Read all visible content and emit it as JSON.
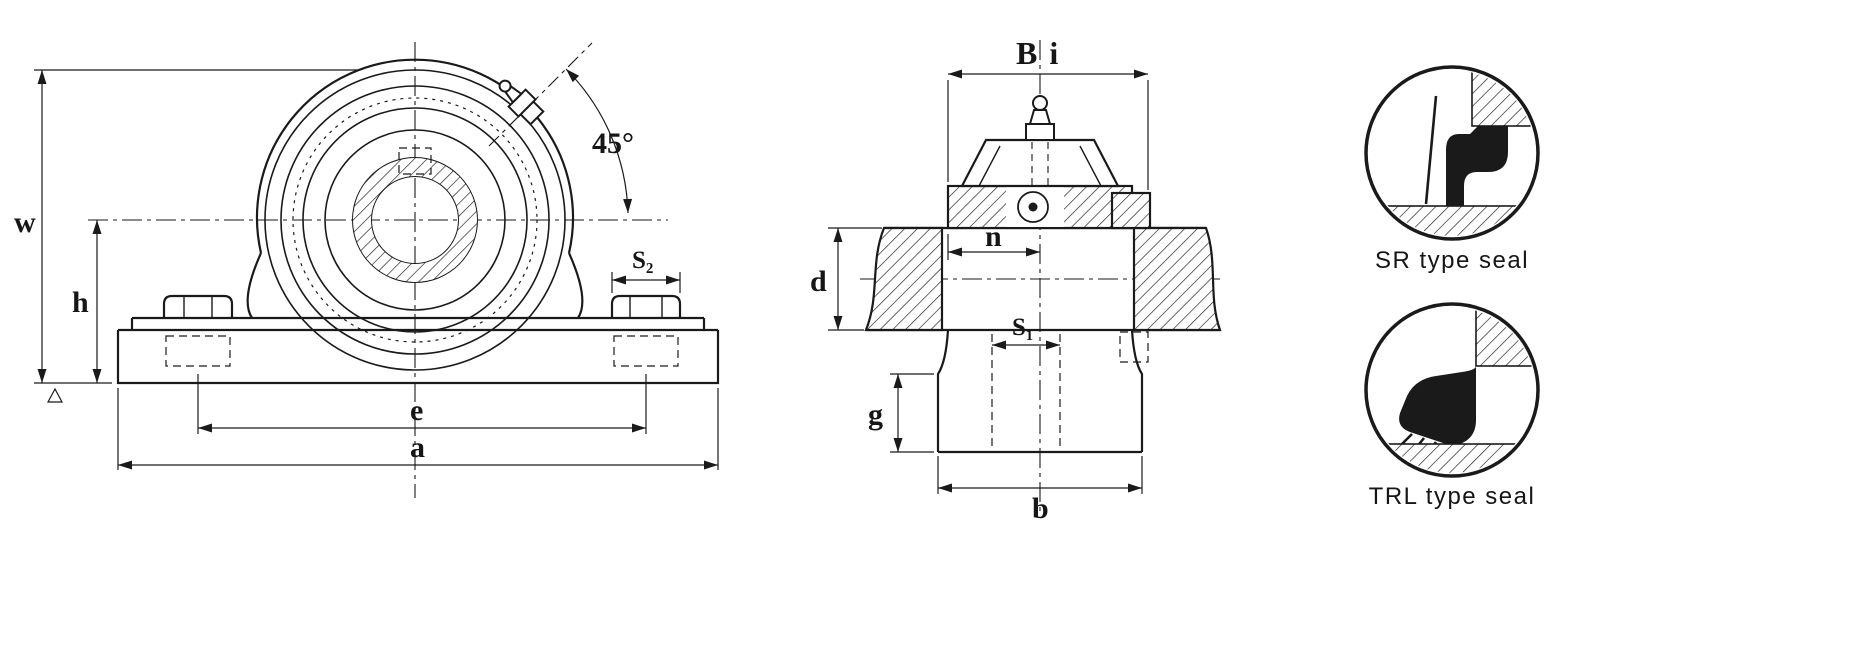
{
  "drawing": {
    "front_view": {
      "dims": {
        "w": "w",
        "h": "h",
        "e": "e",
        "a": "a",
        "s2": "S₂",
        "angle": "45°"
      }
    },
    "side_view": {
      "dims": {
        "bi": "B i",
        "n": "n",
        "d": "d",
        "s1": "S₁",
        "g": "g",
        "b": "b"
      }
    },
    "seal_details": {
      "sr_caption": "SR type seal",
      "trl_caption": "TRL type seal"
    },
    "colors": {
      "line": "#1a1a1a",
      "background": "#ffffff"
    }
  }
}
